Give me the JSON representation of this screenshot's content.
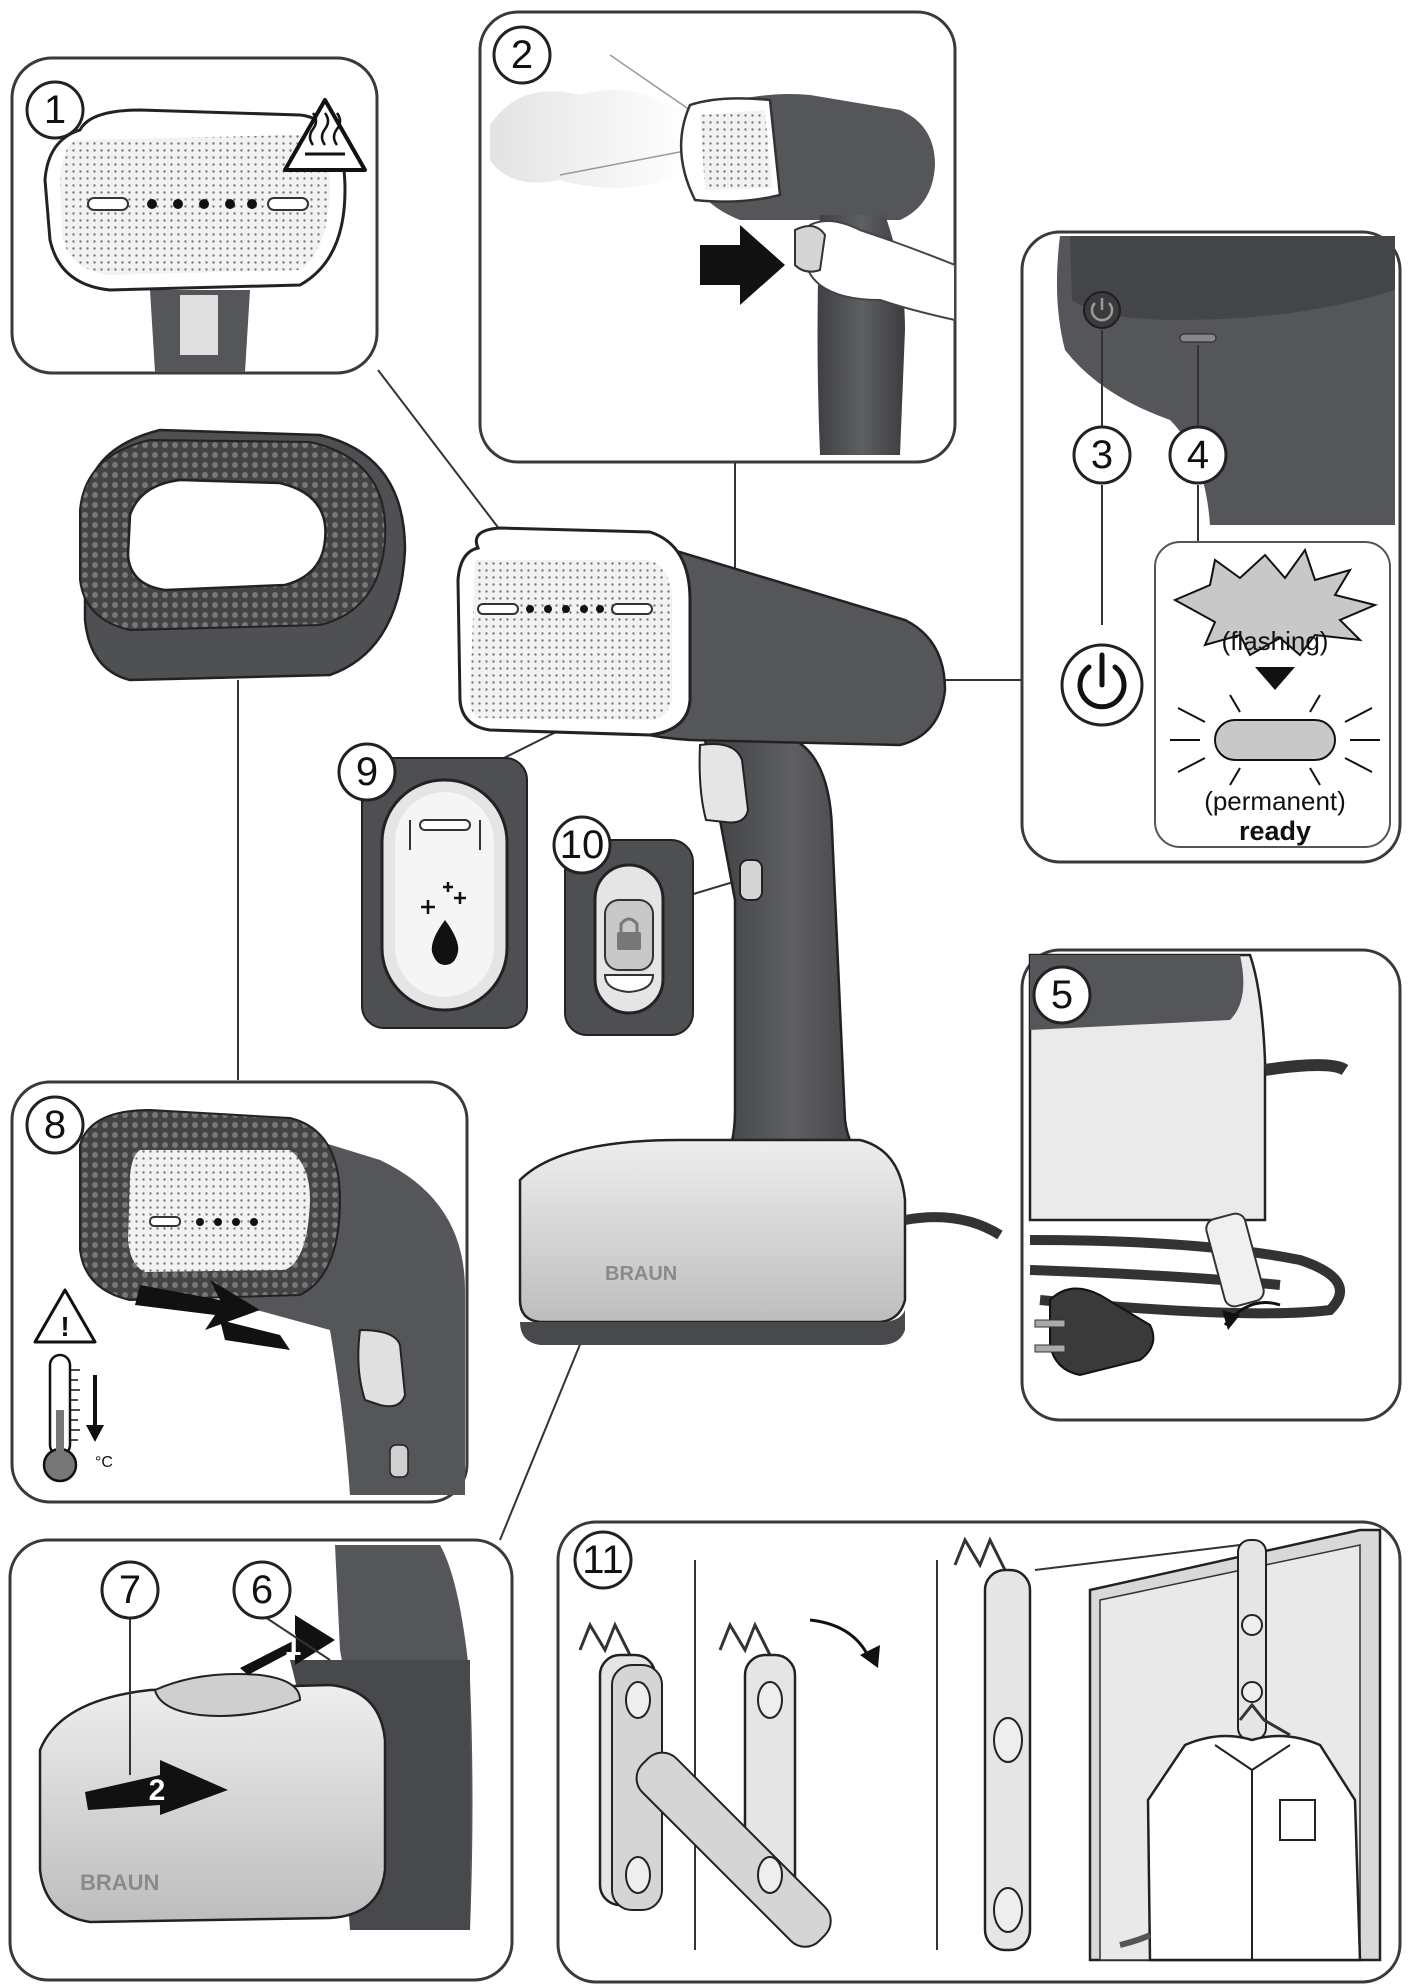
{
  "steps": {
    "s1": "1",
    "s2": "2",
    "s3": "3",
    "s4": "4",
    "s5": "5",
    "s6": "6",
    "s7": "7",
    "s8": "8",
    "s9": "9",
    "s10": "10",
    "s11": "11"
  },
  "indicator": {
    "flashing": "(flashing)",
    "permanent": "(permanent)",
    "ready": "ready"
  },
  "arrows": {
    "push": "1",
    "slide": "2"
  },
  "thermometer_unit": "°C",
  "brand": {
    "logo_text": "BRAUN"
  },
  "icons": {
    "hot_surface": "hot-surface-warning-icon",
    "power": "power-icon",
    "caution": "caution-icon",
    "thermometer": "thermometer-icon",
    "drop": "water-drop-icon",
    "lock": "lock-icon"
  },
  "colors": {
    "body": "#555659",
    "light": "#d9d9d9",
    "outline": "#3a3a3a"
  }
}
